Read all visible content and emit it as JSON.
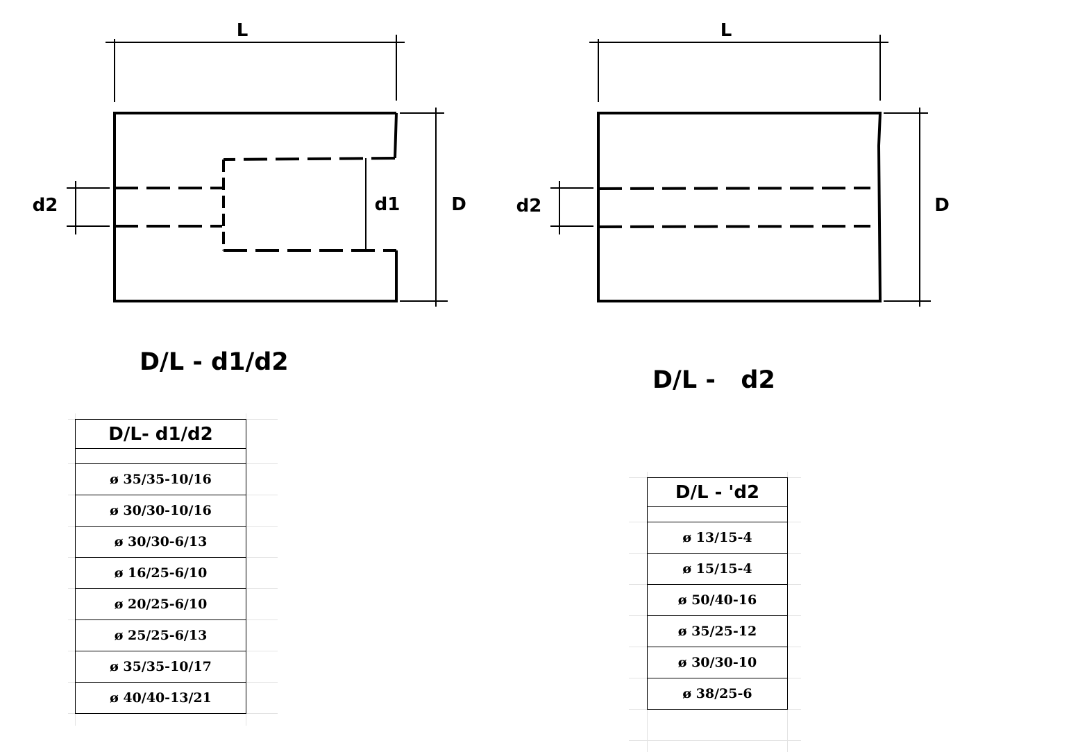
{
  "left_diagram": {
    "length_label": "L",
    "outer_diameter_label": "D",
    "bore_label": "d1",
    "hole_label": "d2",
    "formula": "D/L - d1/d2"
  },
  "right_diagram": {
    "length_label": "L",
    "outer_diameter_label": "D",
    "hole_label": "d2",
    "formula": "D/L -   d2"
  },
  "left_table": {
    "header": "D/L- d1/d2",
    "rows": [
      "ø 35/35-10/16",
      "ø 30/30-10/16",
      "ø 30/30-6/13",
      "ø 16/25-6/10",
      "ø 20/25-6/10",
      "ø 25/25-6/13",
      "ø 35/35-10/17",
      "ø 40/40-13/21"
    ]
  },
  "right_table": {
    "header": "D/L - 'd2",
    "rows": [
      "ø 13/15-4",
      "ø 15/15-4",
      "ø 50/40-16",
      "ø 35/25-12",
      "ø 30/30-10",
      "ø 38/25-6"
    ]
  }
}
